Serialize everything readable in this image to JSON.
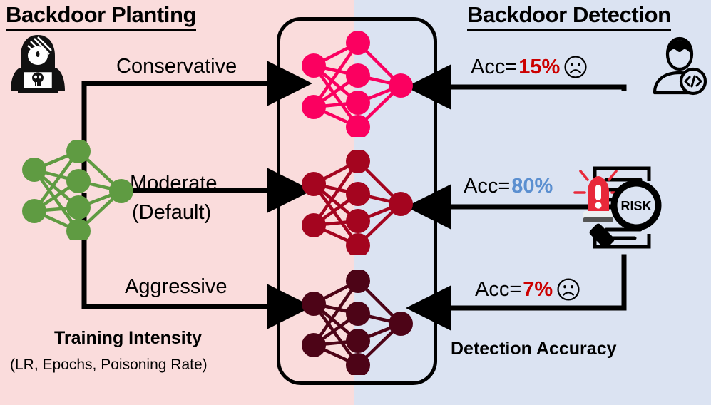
{
  "headings": {
    "left": "Backdoor Planting",
    "right": "Backdoor Detection"
  },
  "captions": {
    "training_intensity": "Training Intensity",
    "training_intensity_sub": "(LR, Epochs, Poisoning Rate)",
    "detection_accuracy": "Detection Accuracy"
  },
  "arrows": {
    "conservative": "Conservative",
    "moderate": "Moderate",
    "moderate_sub": "(Default)",
    "aggressive": "Aggressive"
  },
  "results": [
    {
      "prefix": "Acc=",
      "value": "15%",
      "sentiment": "bad",
      "face": "sad-face-icon"
    },
    {
      "prefix": "Acc=",
      "value": "80%",
      "sentiment": "good",
      "face": "risk-assessment-icon"
    },
    {
      "prefix": "Acc=",
      "value": "7%",
      "sentiment": "bad",
      "face": "sad-face-icon"
    }
  ],
  "icons": {
    "attacker": "hacker-with-laptop-icon",
    "defender": "developer-person-code-icon",
    "risk": "risk-alarm-magnifier-icon",
    "risk_label": "RISK"
  },
  "networks": {
    "clean": {
      "name": "clean-model-network",
      "color": "#5f9b42",
      "layers": [
        2,
        4,
        1
      ]
    },
    "conservative": {
      "name": "conservative-backdoor-network",
      "color": "#fb0060",
      "layers": [
        2,
        4,
        1
      ]
    },
    "moderate": {
      "name": "moderate-backdoor-network",
      "color": "#a4051f",
      "layers": [
        2,
        4,
        1
      ]
    },
    "aggressive": {
      "name": "aggressive-backdoor-network",
      "color": "#4d0417",
      "layers": [
        2,
        4,
        1
      ]
    }
  },
  "colors": {
    "left_panel": "#fadcdc",
    "right_panel": "#dbe3f2",
    "bad_accuracy": "#cc0000",
    "good_accuracy": "#5b8fd0",
    "alarm_red": "#e8293a"
  }
}
